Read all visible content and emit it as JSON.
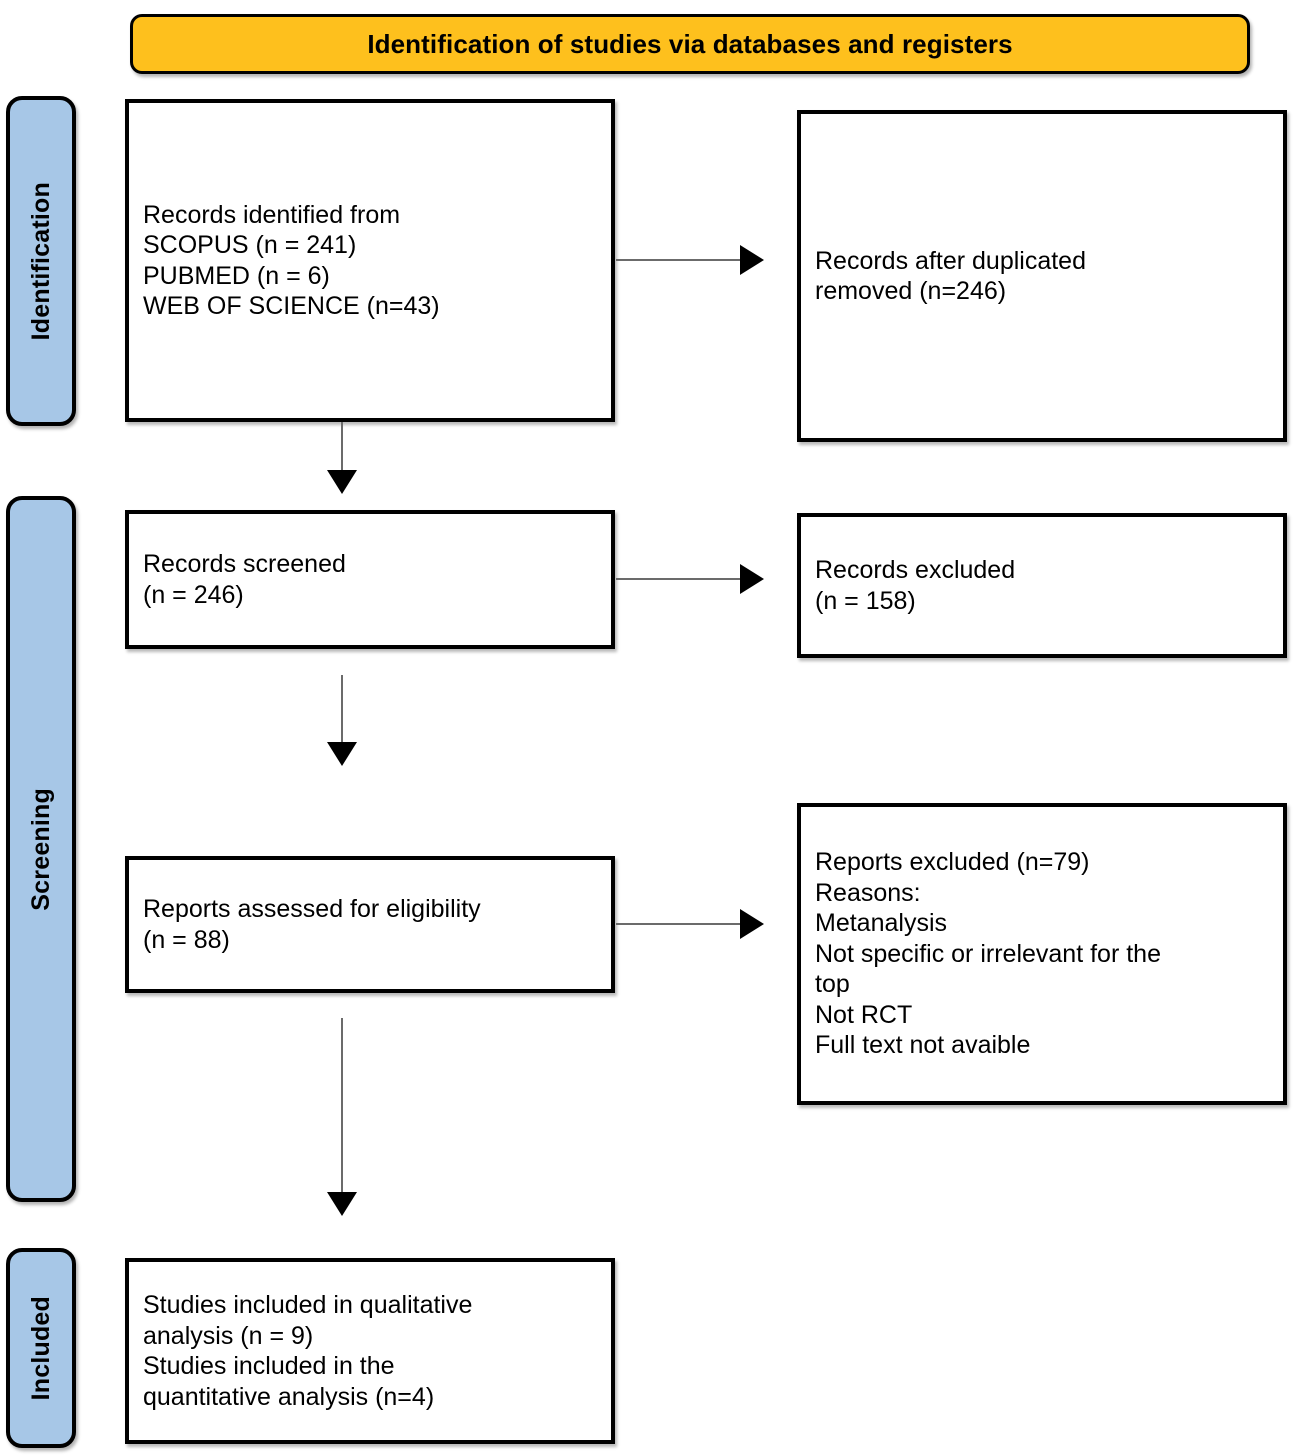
{
  "header": {
    "title": "Identification of studies via databases and registers",
    "background_color": "#FEC01D",
    "border_color": "#000000"
  },
  "stages": {
    "accent_color": "#A7C7E7",
    "identification": {
      "label": "Identification"
    },
    "screening": {
      "label": "Screening"
    },
    "included": {
      "label": "Included"
    }
  },
  "boxes": {
    "identified": {
      "text": "Records identified from\nSCOPUS (n = 241)\nPUBMED (n = 6)\nWEB OF SCIENCE (n=43)"
    },
    "duplicates_removed": {
      "text": "Records after duplicated\nremoved (n=246)"
    },
    "records_screened": {
      "text": "Records screened\n(n = 246)"
    },
    "records_excluded": {
      "text": "Records excluded\n(n = 158)"
    },
    "reports_assessed": {
      "text": "Reports assessed for eligibility\n(n = 88)"
    },
    "reports_excluded": {
      "text": "Reports excluded (n=79)\nReasons:\nMetanalysis\nNot specific or irrelevant for the\ntop\nNot RCT\nFull text not avaible"
    },
    "studies_included": {
      "text": "Studies included in qualitative\nanalysis (n = 9)\nStudies included in the\nquantitative analysis (n=4)"
    }
  },
  "chart_data": {
    "type": "diagram",
    "title": "Identification of studies via databases and registers",
    "nodes": [
      {
        "id": "identified",
        "stage": "Identification",
        "label": "Records identified from SCOPUS (n = 241) PUBMED (n = 6) WEB OF SCIENCE (n=43)",
        "counts": {
          "SCOPUS": 241,
          "PUBMED": 6,
          "WEB OF SCIENCE": 43
        }
      },
      {
        "id": "duplicates_removed",
        "stage": "Identification",
        "label": "Records after duplicated removed (n=246)",
        "counts": {
          "n": 246
        }
      },
      {
        "id": "records_screened",
        "stage": "Screening",
        "label": "Records screened (n = 246)",
        "counts": {
          "n": 246
        }
      },
      {
        "id": "records_excluded",
        "stage": "Screening",
        "label": "Records excluded (n = 158)",
        "counts": {
          "n": 158
        }
      },
      {
        "id": "reports_assessed",
        "stage": "Screening",
        "label": "Reports assessed for eligibility (n = 88)",
        "counts": {
          "n": 88
        }
      },
      {
        "id": "reports_excluded",
        "stage": "Screening",
        "label": "Reports excluded (n=79)",
        "counts": {
          "n": 79
        },
        "reasons": [
          "Metanalysis",
          "Not specific or irrelevant for the top",
          "Not RCT",
          "Full text not avaible"
        ]
      },
      {
        "id": "studies_included",
        "stage": "Included",
        "label": "Studies included in qualitative analysis (n = 9); Studies included in the quantitative analysis (n=4)",
        "counts": {
          "qualitative": 9,
          "quantitative": 4
        }
      }
    ],
    "edges": [
      {
        "from": "identified",
        "to": "duplicates_removed",
        "direction": "right"
      },
      {
        "from": "identified",
        "to": "records_screened",
        "direction": "down"
      },
      {
        "from": "records_screened",
        "to": "records_excluded",
        "direction": "right"
      },
      {
        "from": "records_screened",
        "to": "reports_assessed",
        "direction": "down"
      },
      {
        "from": "reports_assessed",
        "to": "reports_excluded",
        "direction": "right"
      },
      {
        "from": "reports_assessed",
        "to": "studies_included",
        "direction": "down"
      }
    ]
  }
}
